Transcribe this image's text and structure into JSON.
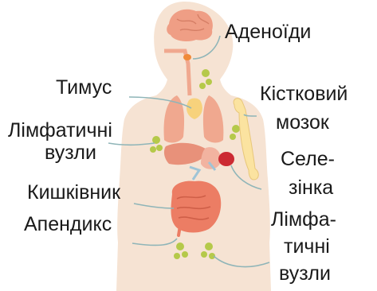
{
  "labels": {
    "adenoids": "Аденоїди",
    "thymus": "Тимус",
    "bone_marrow_line1": "Кістковий",
    "bone_marrow_line2": "мозок",
    "lymph_nodes_left_line1": "Лімфатичні",
    "lymph_nodes_left_line2": "вузли",
    "spleen_line1": "Селе-",
    "spleen_line2": "зінка",
    "intestine": "Кишківник",
    "appendix": "Апендикс",
    "lymph_nodes_right_line1": "Лімфа-",
    "lymph_nodes_right_line2": "тичні",
    "lymph_nodes_right_line3": "вузли"
  },
  "colors": {
    "body_silhouette": "#f6e3d3",
    "leader_line": "#8fb5b8",
    "lymph_tissue": "#b5c94a",
    "brain": "#ef9e85",
    "organs": "#f0a88f",
    "heart": "#f7d27c",
    "bone": "#fbe3a0",
    "spleen": "#cc2a32",
    "intestine": "#ec7d64"
  }
}
